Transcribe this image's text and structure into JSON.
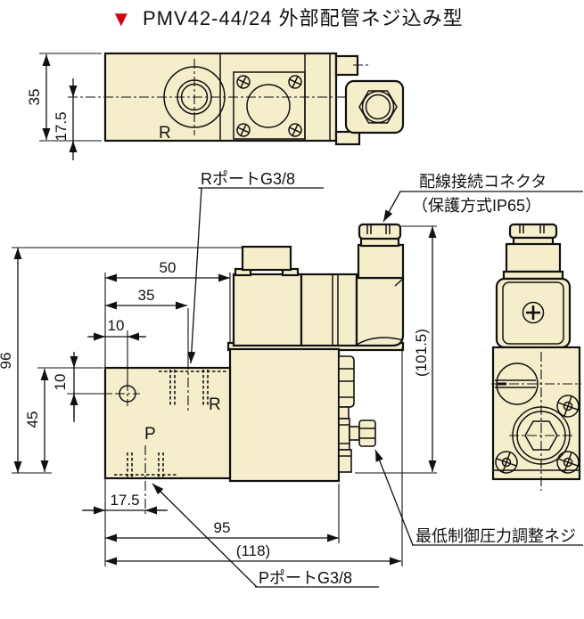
{
  "colors": {
    "body_fill": "#f5eecb",
    "line": "#111111",
    "marker_red": "#d7000f"
  },
  "title": {
    "marker": "▼",
    "text": "PMV42-44/24  外部配管ネジ込み型"
  },
  "top_view": {
    "port_letter": "R",
    "dims": {
      "height": "35",
      "center_offset": "17.5"
    }
  },
  "front_view": {
    "port_letters": {
      "r": "R",
      "p": "P"
    },
    "dims": {
      "overall_height": "96",
      "top_width": "50",
      "r_port_offset": "35",
      "hole_offset_h": "10",
      "hole_offset_v": "10",
      "body_height": "45",
      "overall_height_ref": "(101.5)",
      "p_port_offset": "17.5",
      "body_width": "95",
      "overall_width_ref": "(118)"
    }
  },
  "callouts": {
    "r_port": "RポートG3/8",
    "connector_line1": "配線接続コネクタ",
    "connector_line2": "（保護方式IP65）",
    "p_port": "PポートG3/8",
    "min_pressure_screw": "最低制御圧力調整ネジ"
  }
}
